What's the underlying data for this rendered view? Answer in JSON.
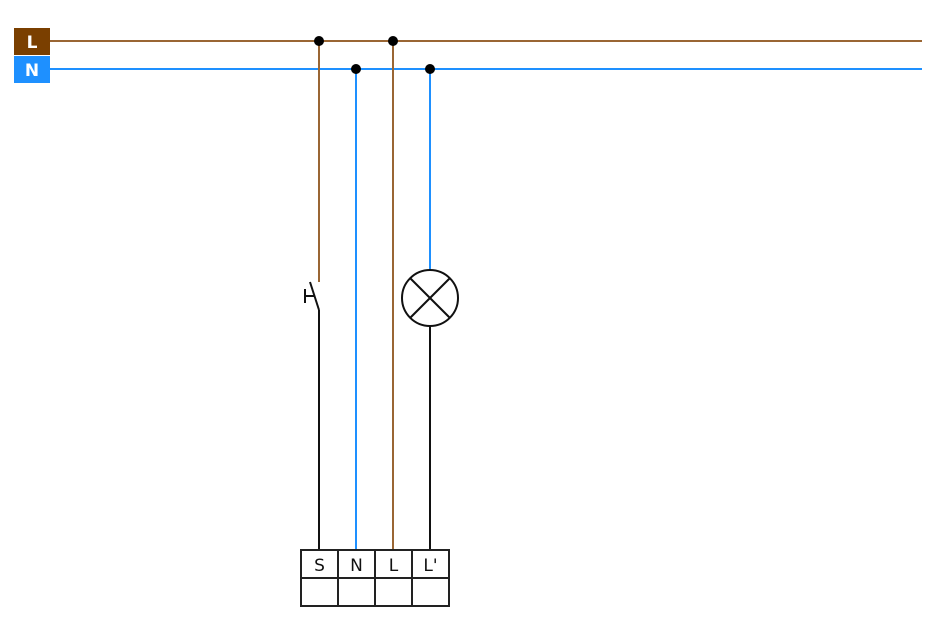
{
  "bus": {
    "line_label": "L",
    "neutral_label": "N",
    "line_color": "#8a5a2b",
    "line_label_bg": "#7a3f00",
    "neutral_color": "#1e90ff"
  },
  "terminals": [
    "S",
    "N",
    "L",
    "L'"
  ],
  "components": {
    "switch": "push-button-switch",
    "lamp": "lamp"
  }
}
